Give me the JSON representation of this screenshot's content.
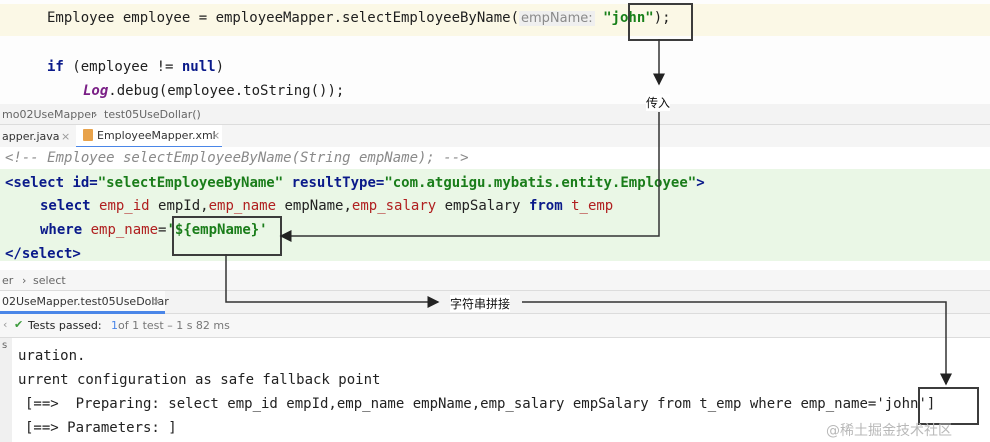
{
  "java": {
    "line1": {
      "prefix": "Employee employee = employeeMapper.selectEmployeeByName(",
      "hint": "empName:",
      "literal": "\"john\"",
      "suffix": ");"
    },
    "line2": {
      "kw": "if",
      "rest1": " (employee != ",
      "null": "null",
      "rest2": ")"
    },
    "line3": {
      "obj": "Log",
      "rest": ".debug(employee.toString());"
    }
  },
  "breadcrumb1": {
    "item1": "mo02UseMapper",
    "item2": "test05UseDollar()"
  },
  "tabs": {
    "tab1": "apper.java",
    "tab2": "EmployeeMapper.xml"
  },
  "xml": {
    "comment": "<!-- Employee selectEmployeeByName(String empName); -->",
    "open_tag": "<select",
    "attr_id": " id=",
    "val_id": "\"selectEmployeeByName\"",
    "attr_rt": " resultType=",
    "val_rt": "\"com.atguigu.mybatis.entity.Employee\"",
    "open_end": ">",
    "sql1": {
      "kw_select": "select",
      "c1": "emp_id",
      "a1": " empId,",
      "c2": "emp_name",
      "a2": " empName,",
      "c3": "emp_salary",
      "a3": " empSalary",
      "kw_from": "from",
      "table": "t_emp"
    },
    "sql2": {
      "kw_where": "where",
      "c": "emp_name",
      "eq": "=",
      "param": "'${empName}'"
    },
    "close_tag": "</select>"
  },
  "breadcrumb2": {
    "item1": "er",
    "item2": "select"
  },
  "run_tab": {
    "label": "02UseMapper.test05UseDollar"
  },
  "status": {
    "check": "✔",
    "passed": "Tests passed:",
    "count": "1",
    "rest": " of 1 test – 1 s 82 ms"
  },
  "console": {
    "gutter": "s",
    "line1": "uration.",
    "line2": "urrent configuration as safe fallback point",
    "line3_prefix": "[==>  Preparing: select emp_id empId,emp_name empName,emp_salary empSalary from t_emp where emp_name=",
    "line3_value": "'john'",
    "line3_suffix": "]",
    "line4": "[==> Parameters: ]"
  },
  "annotations": {
    "pass_in": "传入",
    "concat": "字符串拼接"
  },
  "watermark": "@稀土掘金技术社区",
  "colors": {
    "highlight_yellow": "#fbf8e6",
    "highlight_green": "#eaf7e6",
    "keyword": "#0a1a8a",
    "string": "#18801a",
    "column": "#b02020"
  }
}
